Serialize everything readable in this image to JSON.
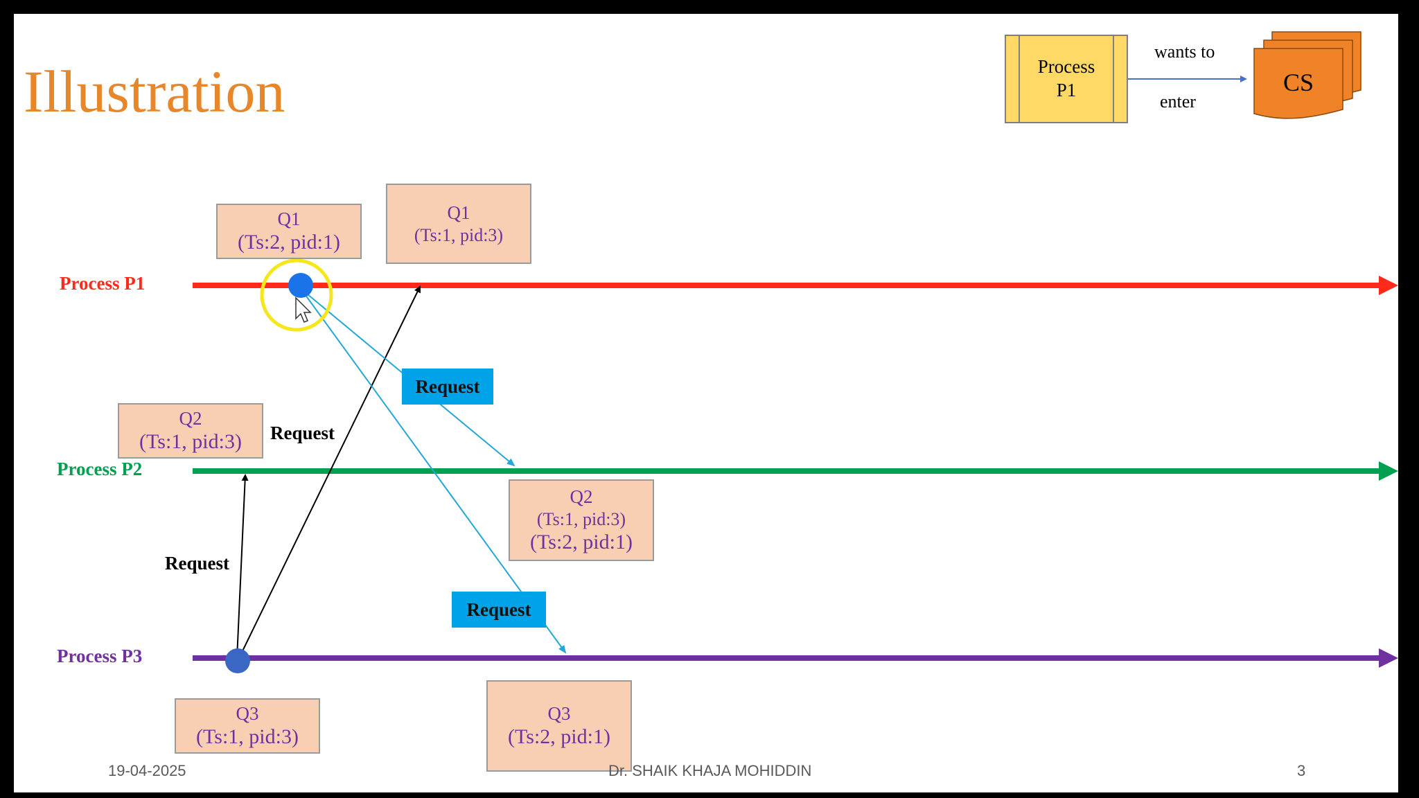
{
  "slide": {
    "title": "Illustration",
    "footer": {
      "date": "19-04-2025",
      "author": "Dr. SHAIK KHAJA MOHIDDIN",
      "page": "3"
    }
  },
  "legend": {
    "process": [
      "Process",
      "P1"
    ],
    "wants_to": "wants to",
    "enter": "enter",
    "cs": "CS"
  },
  "processes": [
    {
      "label": "Process P1",
      "color": "#ff2a1a"
    },
    {
      "label": "Process P2",
      "color": "#00a050"
    },
    {
      "label": "Process P3",
      "color": "#7030a0"
    }
  ],
  "queues": {
    "p1_a": {
      "name": "Q1",
      "lines": [
        "(Ts:2, pid:1)"
      ]
    },
    "p1_b": {
      "name": "Q1",
      "lines": [
        "(Ts:1, pid:3)"
      ]
    },
    "p2_a": {
      "name": "Q2",
      "lines": [
        "(Ts:1, pid:3)"
      ]
    },
    "p2_b": {
      "name": "Q2",
      "lines": [
        "(Ts:1, pid:3)",
        "(Ts:2, pid:1)"
      ]
    },
    "p3_a": {
      "name": "Q3",
      "lines": [
        "(Ts:1, pid:3)"
      ]
    },
    "p3_b": {
      "name": "Q3",
      "lines": [
        "(Ts:2, pid:1)"
      ]
    }
  },
  "messages": {
    "request_label": "Request"
  },
  "colors": {
    "queue_fill": "#f9cfb3",
    "queue_text": "#7030a0",
    "request_box": "#00a2e8",
    "title": "#e8862a",
    "event_dot": "#1a73e8",
    "cursor_highlight": "#f5e71b",
    "cs_fill": "#f08228"
  }
}
